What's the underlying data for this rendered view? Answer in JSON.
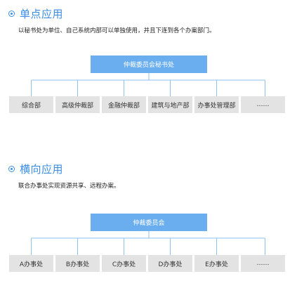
{
  "sections": [
    {
      "title": "单点应用",
      "description": "以秘书处为单位、自己系统内部可以单独使用，并且下连到各个办案部门。",
      "top": "仲裁委员会秘书处",
      "items": [
        "综合部",
        "高级仲裁部",
        "金融仲裁部",
        "建筑与地产部",
        "办事处管理部",
        "……"
      ]
    },
    {
      "title": "横向应用",
      "description": "联合办事处实现资源共享、远程办案。",
      "top": "仲裁委员会",
      "items": [
        "A办事处",
        "B办事处",
        "C办事处",
        "D办事处",
        "E办事处",
        "……"
      ]
    }
  ],
  "colors": {
    "accent": "#3a8ee6",
    "top_box": "#6aaef0",
    "item_box": "#e3e3e3",
    "connector": "#8fc1f0"
  }
}
